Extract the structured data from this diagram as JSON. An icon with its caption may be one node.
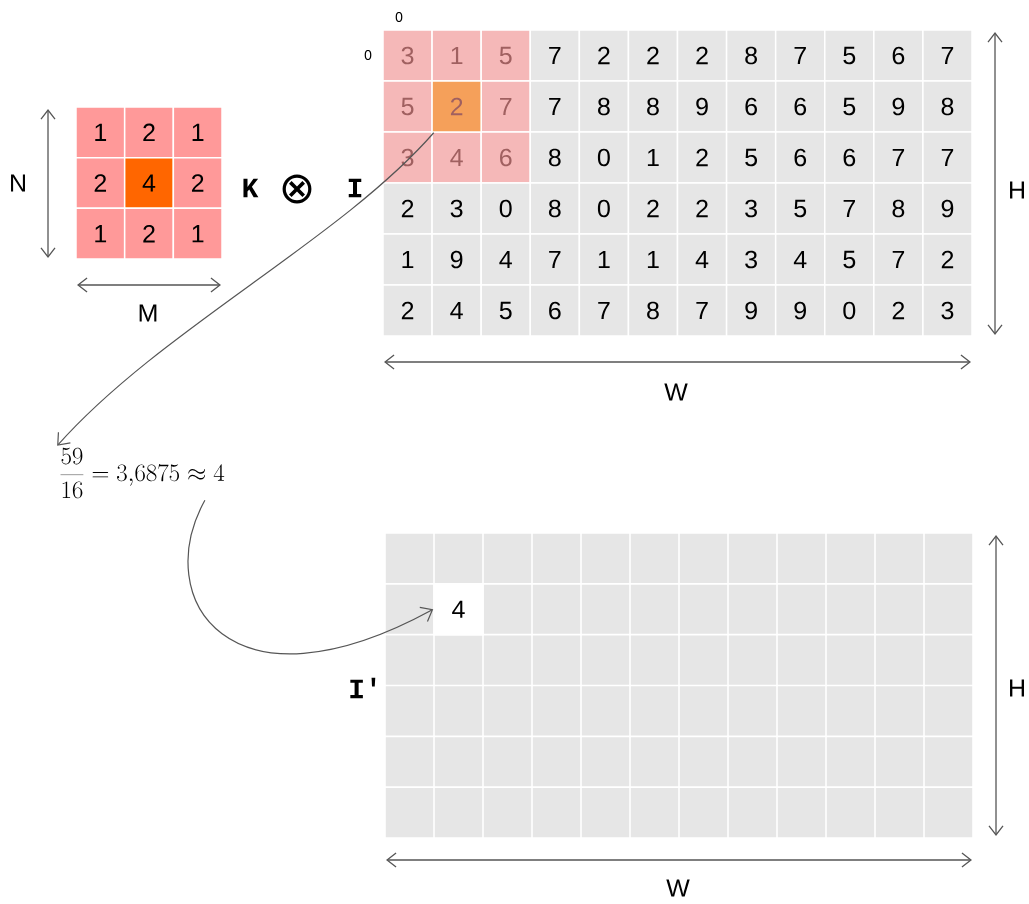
{
  "diagram": {
    "nodes": [
      {
        "text": [
          "2"
        ]
      },
      {
        "text": [
          "\\frac{59}{16}=3{,}6875\\approx 4"
        ]
      },
      {
        "text": [
          "4"
        ]
      }
    ],
    "edges": [
      {
        "from": 0,
        "to": 1,
        "arrow": "to"
      },
      {
        "from": 1,
        "to": 2,
        "arrow": "to"
      }
    ],
    "labels": [
      "N",
      "M",
      "1",
      "2",
      "1",
      "2",
      "4",
      "2",
      "1",
      "2",
      "1",
      "K",
      "⊗",
      "I",
      "0",
      "0",
      "3",
      "1",
      "5",
      "7",
      "2",
      "2",
      "2",
      "8",
      "7",
      "5",
      "6",
      "7",
      "5",
      "7",
      "7",
      "8",
      "8",
      "9",
      "6",
      "6",
      "5",
      "9",
      "8",
      "3",
      "4",
      "6",
      "8",
      "0",
      "1",
      "2",
      "5",
      "6",
      "6",
      "7",
      "7",
      "2",
      "3",
      "0",
      "8",
      "0",
      "2",
      "2",
      "3",
      "5",
      "7",
      "8",
      "9",
      "1",
      "9",
      "4",
      "7",
      "1",
      "1",
      "4",
      "3",
      "4",
      "5",
      "7",
      "2",
      "2",
      "4",
      "5",
      "6",
      "7",
      "8",
      "7",
      "9",
      "9",
      "0",
      "2",
      "3",
      "H",
      "W",
      "I′",
      "H",
      "W"
    ]
  }
}
